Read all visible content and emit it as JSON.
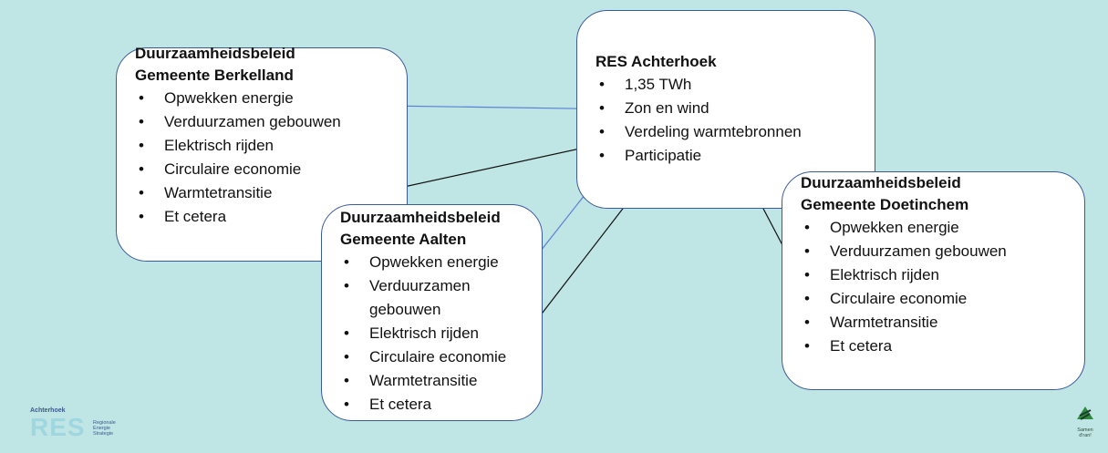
{
  "boxes": {
    "berkelland": {
      "title_line1": "Duurzaamheidsbeleid",
      "title_line2": "Gemeente Berkelland",
      "items": [
        "Opwekken energie",
        "Verduurzamen gebouwen",
        "Elektrisch rijden",
        "Circulaire economie",
        "Warmtetransitie",
        "Et cetera"
      ]
    },
    "res": {
      "title": "RES Achterhoek",
      "items": [
        "1,35 TWh",
        "Zon en wind",
        "Verdeling warmtebronnen",
        "Participatie"
      ]
    },
    "aalten": {
      "title_line1": "Duurzaamheidsbeleid",
      "title_line2": "Gemeente Aalten",
      "items": [
        "Opwekken energie",
        "Verduurzamen gebouwen",
        "Elektrisch rijden",
        "Circulaire economie",
        "Warmtetransitie",
        "Et cetera"
      ]
    },
    "doetinchem": {
      "title_line1": "Duurzaamheidsbeleid",
      "title_line2": "Gemeente Doetinchem",
      "items": [
        "Opwekken energie",
        "Verduurzamen gebouwen",
        "Elektrisch rijden",
        "Circulaire economie",
        "Warmtetransitie",
        "Et cetera"
      ]
    }
  },
  "logos": {
    "res": {
      "small_text": "Achterhoek",
      "big_text": "RES",
      "sub_line1": "Regionale",
      "sub_line2": "Energie",
      "sub_line3": "Strategie"
    },
    "samen": {
      "line1": "Samen",
      "line2": "d'ran!"
    }
  },
  "colors": {
    "background": "#bfe6e4",
    "box_border": "#3a5a99",
    "arrow_blue": "#5b7fd4",
    "arrow_black": "#111111"
  }
}
